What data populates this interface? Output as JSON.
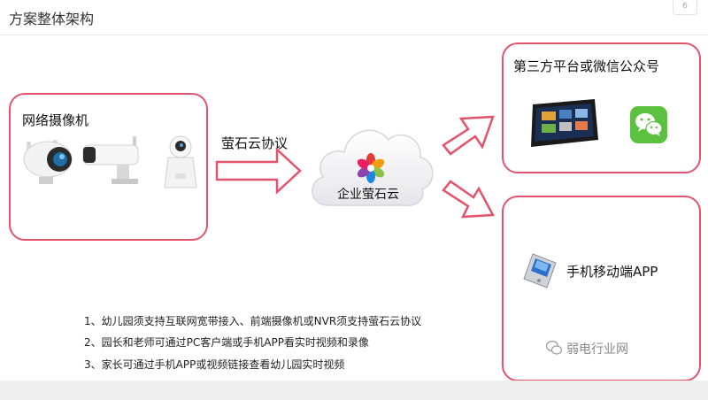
{
  "header": {
    "title": "方案整体架构",
    "page_number": "6"
  },
  "cameras": {
    "label": "网络摄像机"
  },
  "protocol": {
    "label": "萤石云协议"
  },
  "cloud": {
    "label": "企业萤石云"
  },
  "platform": {
    "label": "第三方平台或微信公众号"
  },
  "mobile": {
    "label": "手机移动端APP"
  },
  "points": [
    "1、幼儿园须支持互联网宽带接入、前端摄像机或NVR须支持萤石云协议",
    "2、园长和老师可通过PC客户端或手机APP看实时视频和录像",
    "3、家长可通过手机APP或视频链接查看幼儿园实时视频"
  ],
  "watermark": {
    "text": "弱电行业网"
  },
  "colors": {
    "accent": "#e3536b",
    "wechat": "#5cc13f"
  }
}
